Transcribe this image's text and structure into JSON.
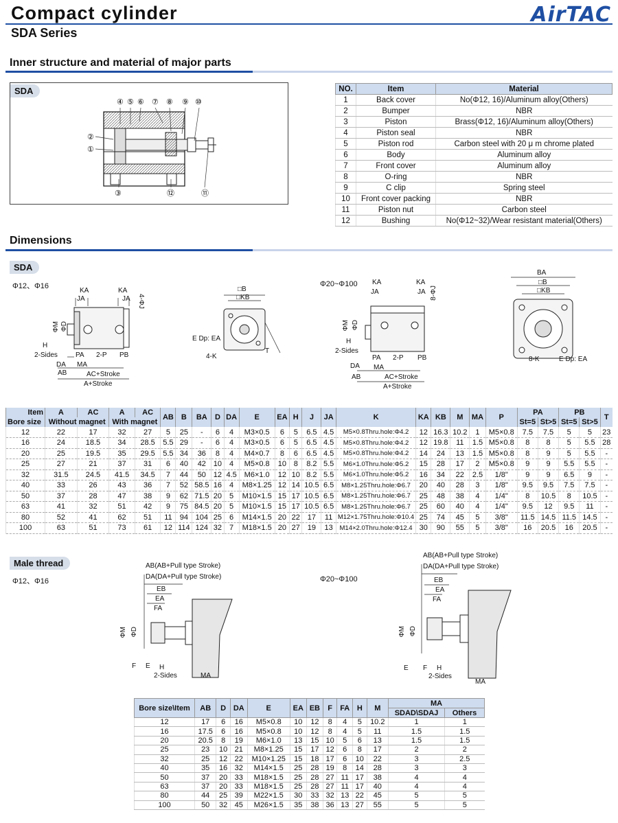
{
  "header": {
    "title": "Compact cylinder",
    "subtitle": "SDA Series",
    "logo": "AirTAC"
  },
  "sections": {
    "inner": "Inner structure and material of major parts",
    "dimensions": "Dimensions",
    "sda_tag": "SDA",
    "sda_tag2": "SDA",
    "male_tag": "Male thread"
  },
  "structure": {
    "callouts": [
      "④",
      "⑤",
      "⑥",
      "⑦",
      "⑧",
      "⑨",
      "⑩",
      "②",
      "①",
      "③",
      "⑫",
      "⑪"
    ]
  },
  "materials": {
    "headers": [
      "NO.",
      "Item",
      "Material"
    ],
    "rows": [
      [
        "1",
        "Back cover",
        "No(Φ12, 16)/Aluminum alloy(Others)"
      ],
      [
        "2",
        "Bumper",
        "NBR"
      ],
      [
        "3",
        "Piston",
        "Brass(Φ12, 16)/Aluminum alloy(Others)"
      ],
      [
        "4",
        "Piston seal",
        "NBR"
      ],
      [
        "5",
        "Piston rod",
        "Carbon steel with 20 μ m chrome plated"
      ],
      [
        "6",
        "Body",
        "Aluminum alloy"
      ],
      [
        "7",
        "Front cover",
        "Aluminum alloy"
      ],
      [
        "8",
        "O-ring",
        "NBR"
      ],
      [
        "9",
        "C clip",
        "Spring steel"
      ],
      [
        "10",
        "Front cover packing",
        "NBR"
      ],
      [
        "11",
        "Piston nut",
        "Carbon steel"
      ],
      [
        "12",
        "Bushing",
        "No(Φ12~32)/Wear resistant material(Others)"
      ]
    ]
  },
  "drawings": {
    "small_bore": "Φ12、Φ16",
    "large_bore": "Φ20~Φ100",
    "labels": {
      "KA": "KA",
      "JA": "JA",
      "J": "4-ΦJ",
      "J8": "8-ΦJ",
      "M": "ΦM",
      "D": "ΦD",
      "H": "H",
      "sides": "2-Sides",
      "PA": "PA",
      "MA": "MA",
      "P": "2-P",
      "PB": "PB",
      "DA": "DA",
      "AB": "AB",
      "ACs": "AC+Stroke",
      "As": "A+Stroke",
      "B": "□B",
      "KB": "□KB",
      "BA": "BA",
      "EDp": "E Dp: EA",
      "K4": "4-K",
      "K8": "8-K",
      "T": "T"
    }
  },
  "dim_table": {
    "headers": [
      "Item / Bore size",
      "A Without magnet",
      "AC Without magnet",
      "A With magnet",
      "AC With magnet",
      "AB",
      "B",
      "BA",
      "D",
      "DA",
      "E",
      "EA",
      "H",
      "J",
      "JA",
      "K",
      "KA",
      "KB",
      "M",
      "MA",
      "P",
      "PA St=5",
      "PA St>5",
      "PB St=5",
      "PB St>5",
      "T"
    ],
    "h_item": "Item",
    "h_bore": "Bore size",
    "h_A": "A",
    "h_AC": "AC",
    "h_wo": "Without magnet",
    "h_w": "With magnet",
    "h_PA": "PA",
    "h_PB": "PB",
    "h_st5": "St=5",
    "h_stg": "St>5",
    "cols": [
      "AB",
      "B",
      "BA",
      "D",
      "DA",
      "E",
      "EA",
      "H",
      "J",
      "JA",
      "K",
      "KA",
      "KB",
      "M",
      "MA",
      "P"
    ],
    "rows": [
      [
        "12",
        "22",
        "17",
        "32",
        "27",
        "5",
        "25",
        "-",
        "6",
        "4",
        "M3×0.5",
        "6",
        "5",
        "6.5",
        "4.5",
        "M5×0.8Thru.hole:Φ4.2",
        "12",
        "16.3",
        "10.2",
        "1",
        "M5×0.8",
        "7.5",
        "7.5",
        "5",
        "5",
        "23"
      ],
      [
        "16",
        "24",
        "18.5",
        "34",
        "28.5",
        "5.5",
        "29",
        "-",
        "6",
        "4",
        "M3×0.5",
        "6",
        "5",
        "6.5",
        "4.5",
        "M5×0.8Thru.hole:Φ4.2",
        "12",
        "19.8",
        "11",
        "1.5",
        "M5×0.8",
        "8",
        "8",
        "5",
        "5.5",
        "28"
      ],
      [
        "20",
        "25",
        "19.5",
        "35",
        "29.5",
        "5.5",
        "34",
        "36",
        "8",
        "4",
        "M4×0.7",
        "8",
        "6",
        "6.5",
        "4.5",
        "M5×0.8Thru.hole:Φ4.2",
        "14",
        "24",
        "13",
        "1.5",
        "M5×0.8",
        "8",
        "9",
        "5",
        "5.5",
        "-"
      ],
      [
        "25",
        "27",
        "21",
        "37",
        "31",
        "6",
        "40",
        "42",
        "10",
        "4",
        "M5×0.8",
        "10",
        "8",
        "8.2",
        "5.5",
        "M6×1.0Thru.hole:Φ5.2",
        "15",
        "28",
        "17",
        "2",
        "M5×0.8",
        "9",
        "9",
        "5.5",
        "5.5",
        "-"
      ],
      [
        "32",
        "31.5",
        "24.5",
        "41.5",
        "34.5",
        "7",
        "44",
        "50",
        "12",
        "4.5",
        "M6×1.0",
        "12",
        "10",
        "8.2",
        "5.5",
        "M6×1.0Thru.hole:Φ5.2",
        "16",
        "34",
        "22",
        "2.5",
        "1/8\"",
        "9",
        "9",
        "6.5",
        "9",
        "-"
      ],
      [
        "40",
        "33",
        "26",
        "43",
        "36",
        "7",
        "52",
        "58.5",
        "16",
        "4",
        "M8×1.25",
        "12",
        "14",
        "10.5",
        "6.5",
        "M8×1.25Thru.hole:Φ6.7",
        "20",
        "40",
        "28",
        "3",
        "1/8\"",
        "9.5",
        "9.5",
        "7.5",
        "7.5",
        "-"
      ],
      [
        "50",
        "37",
        "28",
        "47",
        "38",
        "9",
        "62",
        "71.5",
        "20",
        "5",
        "M10×1.5",
        "15",
        "17",
        "10.5",
        "6.5",
        "M8×1.25Thru.hole:Φ6.7",
        "25",
        "48",
        "38",
        "4",
        "1/4\"",
        "8",
        "10.5",
        "8",
        "10.5",
        "-"
      ],
      [
        "63",
        "41",
        "32",
        "51",
        "42",
        "9",
        "75",
        "84.5",
        "20",
        "5",
        "M10×1.5",
        "15",
        "17",
        "10.5",
        "6.5",
        "M8×1.25Thru.hole:Φ6.7",
        "25",
        "60",
        "40",
        "4",
        "1/4\"",
        "9.5",
        "12",
        "9.5",
        "11",
        "-"
      ],
      [
        "80",
        "52",
        "41",
        "62",
        "51",
        "11",
        "94",
        "104",
        "25",
        "6",
        "M14×1.5",
        "20",
        "22",
        "17",
        "11",
        "M12×1.75Thru.hole:Φ10.4",
        "25",
        "74",
        "45",
        "5",
        "3/8\"",
        "11.5",
        "14.5",
        "11.5",
        "14.5",
        "-"
      ],
      [
        "100",
        "63",
        "51",
        "73",
        "61",
        "12",
        "114",
        "124",
        "32",
        "7",
        "M18×1.5",
        "20",
        "27",
        "19",
        "13",
        "M14×2.0Thru.hole:Φ12.4",
        "30",
        "90",
        "55",
        "5",
        "3/8\"",
        "16",
        "20.5",
        "16",
        "20.5",
        "-"
      ]
    ]
  },
  "male_drawings": {
    "small_bore": "Φ12、Φ16",
    "large_bore": "Φ20~Φ100",
    "ab": "AB(AB+Pull type Stroke)",
    "da": "DA(DA+Pull type Stroke)",
    "EB": "EB",
    "EA": "EA",
    "FA": "FA",
    "M": "ΦM",
    "D": "ΦD",
    "F": "F",
    "E": "E",
    "H": "H",
    "sides": "2-Sides",
    "MA": "MA"
  },
  "male_table": {
    "headers": [
      "Bore size\\Item",
      "AB",
      "D",
      "DA",
      "E",
      "EA",
      "EB",
      "F",
      "FA",
      "H",
      "M",
      "MA",
      "SDAD\\SDAJ",
      "Others"
    ],
    "rows": [
      [
        "12",
        "17",
        "6",
        "16",
        "M5×0.8",
        "10",
        "12",
        "8",
        "4",
        "5",
        "10.2",
        "1",
        "1"
      ],
      [
        "16",
        "17.5",
        "6",
        "16",
        "M5×0.8",
        "10",
        "12",
        "8",
        "4",
        "5",
        "11",
        "1.5",
        "1.5"
      ],
      [
        "20",
        "20.5",
        "8",
        "19",
        "M6×1.0",
        "13",
        "15",
        "10",
        "5",
        "6",
        "13",
        "1.5",
        "1.5"
      ],
      [
        "25",
        "23",
        "10",
        "21",
        "M8×1.25",
        "15",
        "17",
        "12",
        "6",
        "8",
        "17",
        "2",
        "2"
      ],
      [
        "32",
        "25",
        "12",
        "22",
        "M10×1.25",
        "15",
        "18",
        "17",
        "6",
        "10",
        "22",
        "3",
        "2.5"
      ],
      [
        "40",
        "35",
        "16",
        "32",
        "M14×1.5",
        "25",
        "28",
        "19",
        "8",
        "14",
        "28",
        "3",
        "3"
      ],
      [
        "50",
        "37",
        "20",
        "33",
        "M18×1.5",
        "25",
        "28",
        "27",
        "11",
        "17",
        "38",
        "4",
        "4"
      ],
      [
        "63",
        "37",
        "20",
        "33",
        "M18×1.5",
        "25",
        "28",
        "27",
        "11",
        "17",
        "40",
        "4",
        "4"
      ],
      [
        "80",
        "44",
        "25",
        "39",
        "M22×1.5",
        "30",
        "33",
        "32",
        "13",
        "22",
        "45",
        "5",
        "5"
      ],
      [
        "100",
        "50",
        "32",
        "45",
        "M26×1.5",
        "35",
        "38",
        "36",
        "13",
        "27",
        "55",
        "5",
        "5"
      ]
    ]
  }
}
